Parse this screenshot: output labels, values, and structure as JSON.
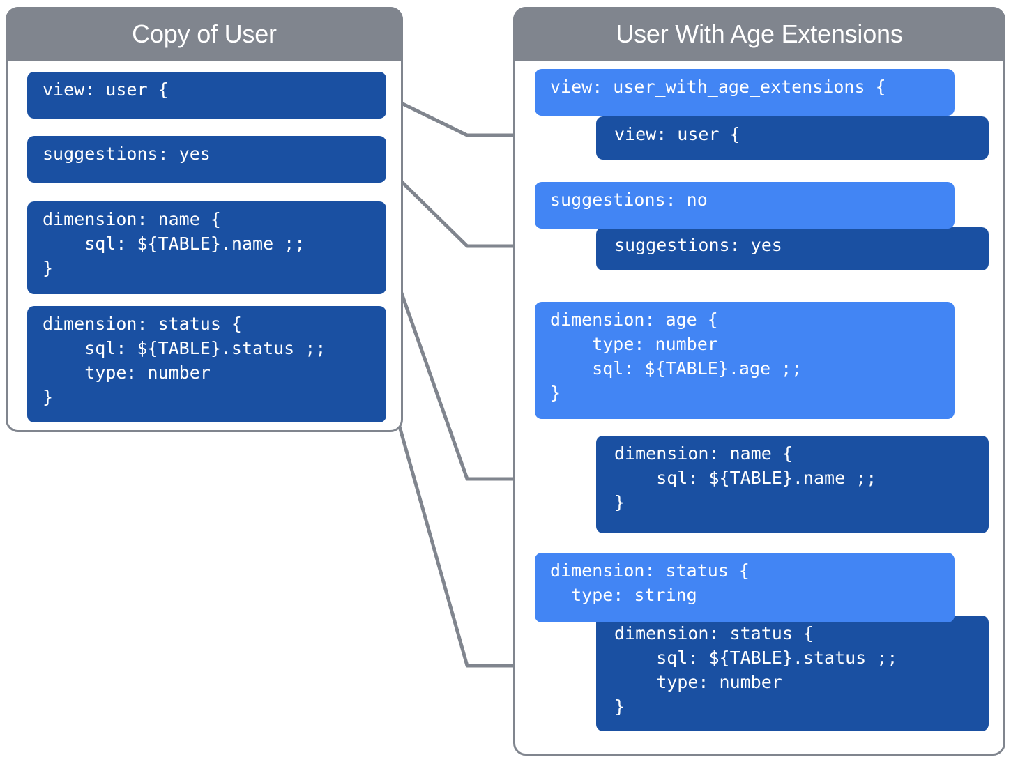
{
  "colors": {
    "panel_border": "#80858E",
    "panel_header_bg": "#80858E",
    "block_dark_blue": "#1A50A2",
    "block_light_blue": "#4285F4",
    "connector": "#80858E",
    "text_on_block": "#FFFFFF",
    "background": "#FFFFFF"
  },
  "left_panel": {
    "title": "Copy of User",
    "blocks": [
      {
        "id": "left-view",
        "shade": "dark",
        "text": "view: user {"
      },
      {
        "id": "left-suggestions",
        "shade": "dark",
        "text": "suggestions: yes"
      },
      {
        "id": "left-dimension-name",
        "shade": "dark",
        "text": "dimension: name {\n    sql: ${TABLE}.name ;;\n}"
      },
      {
        "id": "left-dimension-status",
        "shade": "dark",
        "text": "dimension: status {\n    sql: ${TABLE}.status ;;\n    type: number\n}"
      }
    ]
  },
  "right_panel": {
    "title": "User With Age Extensions",
    "blocks": [
      {
        "id": "right-view-extension",
        "shade": "light",
        "text": "view: user_with_age_extensions {"
      },
      {
        "id": "right-view-inherited",
        "shade": "dark",
        "text": "view: user {"
      },
      {
        "id": "right-suggestions-no",
        "shade": "light",
        "text": "suggestions: no"
      },
      {
        "id": "right-suggestions-yes",
        "shade": "dark",
        "text": "suggestions: yes"
      },
      {
        "id": "right-dimension-age",
        "shade": "light",
        "text": "dimension: age {\n    type: number\n    sql: ${TABLE}.age ;;\n}"
      },
      {
        "id": "right-dimension-name",
        "shade": "dark",
        "text": "dimension: name {\n    sql: ${TABLE}.name ;;\n}"
      },
      {
        "id": "right-dimension-status-override",
        "shade": "light",
        "text": "dimension: status {\n  type: string"
      },
      {
        "id": "right-dimension-status-inherited",
        "shade": "dark",
        "text": "dimension: status {\n    sql: ${TABLE}.status ;;\n    type: number\n}"
      }
    ]
  },
  "connectors": [
    {
      "from": "left-view",
      "to": "right-view-inherited"
    },
    {
      "from": "left-suggestions",
      "to": "right-suggestions-yes"
    },
    {
      "from": "left-dimension-name",
      "to": "right-dimension-name"
    },
    {
      "from": "left-dimension-status",
      "to": "right-dimension-status-inherited"
    }
  ]
}
